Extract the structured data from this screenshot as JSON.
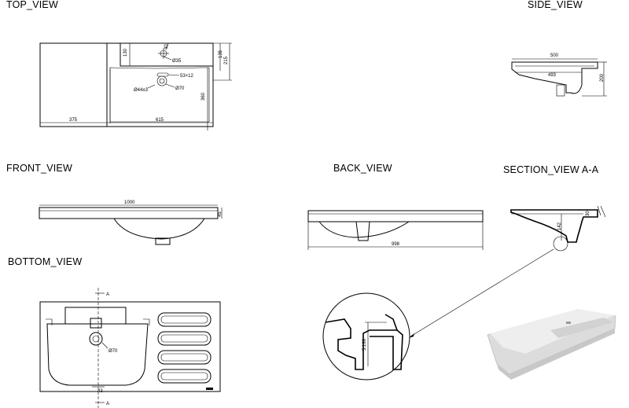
{
  "views": {
    "top": "TOP_VIEW",
    "side": "SIDE_VIEW",
    "front": "FRONT_VIEW",
    "back": "BACK_VIEW",
    "section": "SECTION_VIEW  A-A",
    "bottom": "BOTTOM_VIEW"
  },
  "dims": {
    "top_375": "375",
    "top_615": "615",
    "top_130": "130",
    "top_40": "40",
    "top_hole": "Ø35",
    "top_slot": "53×12",
    "top_drain1": "Ø44±3",
    "top_drain2": "Ø70",
    "top_360": "360",
    "top_135": "135",
    "top_215": "215",
    "side_500": "500",
    "side_493": "493",
    "side_200": "200",
    "front_1000": "1000",
    "front_45": "45",
    "back_998": "998",
    "section_30": "30",
    "section_142": "142",
    "detail_5196": "5.196",
    "bottom_a_top": "A",
    "bottom_a_bottom": "A",
    "bottom_70": "Ø70",
    "bottom_43": "43"
  }
}
